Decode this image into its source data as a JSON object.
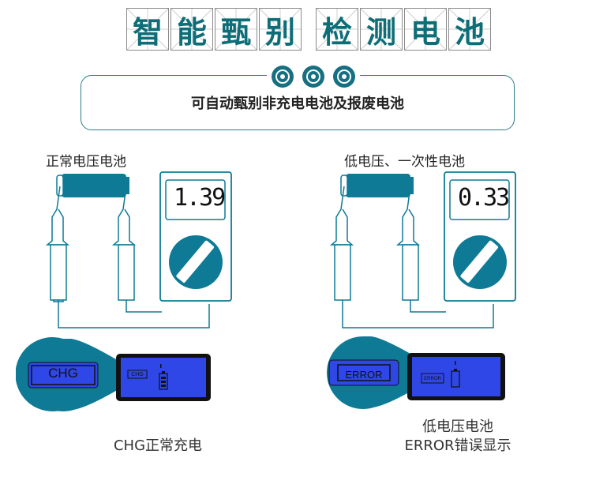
{
  "header": {
    "title_chars_left": [
      "智",
      "能",
      "甄",
      "别"
    ],
    "title_chars_right": [
      "检",
      "测",
      "电",
      "池"
    ]
  },
  "banner": {
    "text": "可自动甄别非充电电池及报废电池"
  },
  "left_panel": {
    "label": "正常电压电池",
    "meter_reading": "1.39",
    "badge": "CHG",
    "lcd_text": "CHG",
    "caption": "CHG正常充电"
  },
  "right_panel": {
    "label": "低电压、一次性电池",
    "meter_reading": "0.33",
    "badge": "ERROR",
    "lcd_text": "ERROR",
    "caption_line1": "低电压电池",
    "caption_line2": "ERROR错误显示"
  },
  "colors": {
    "teal": "#0e7a96",
    "dark_teal": "#0e6e78",
    "lcd_blue": "#2f47e6",
    "outline": "#2d7c8a"
  }
}
